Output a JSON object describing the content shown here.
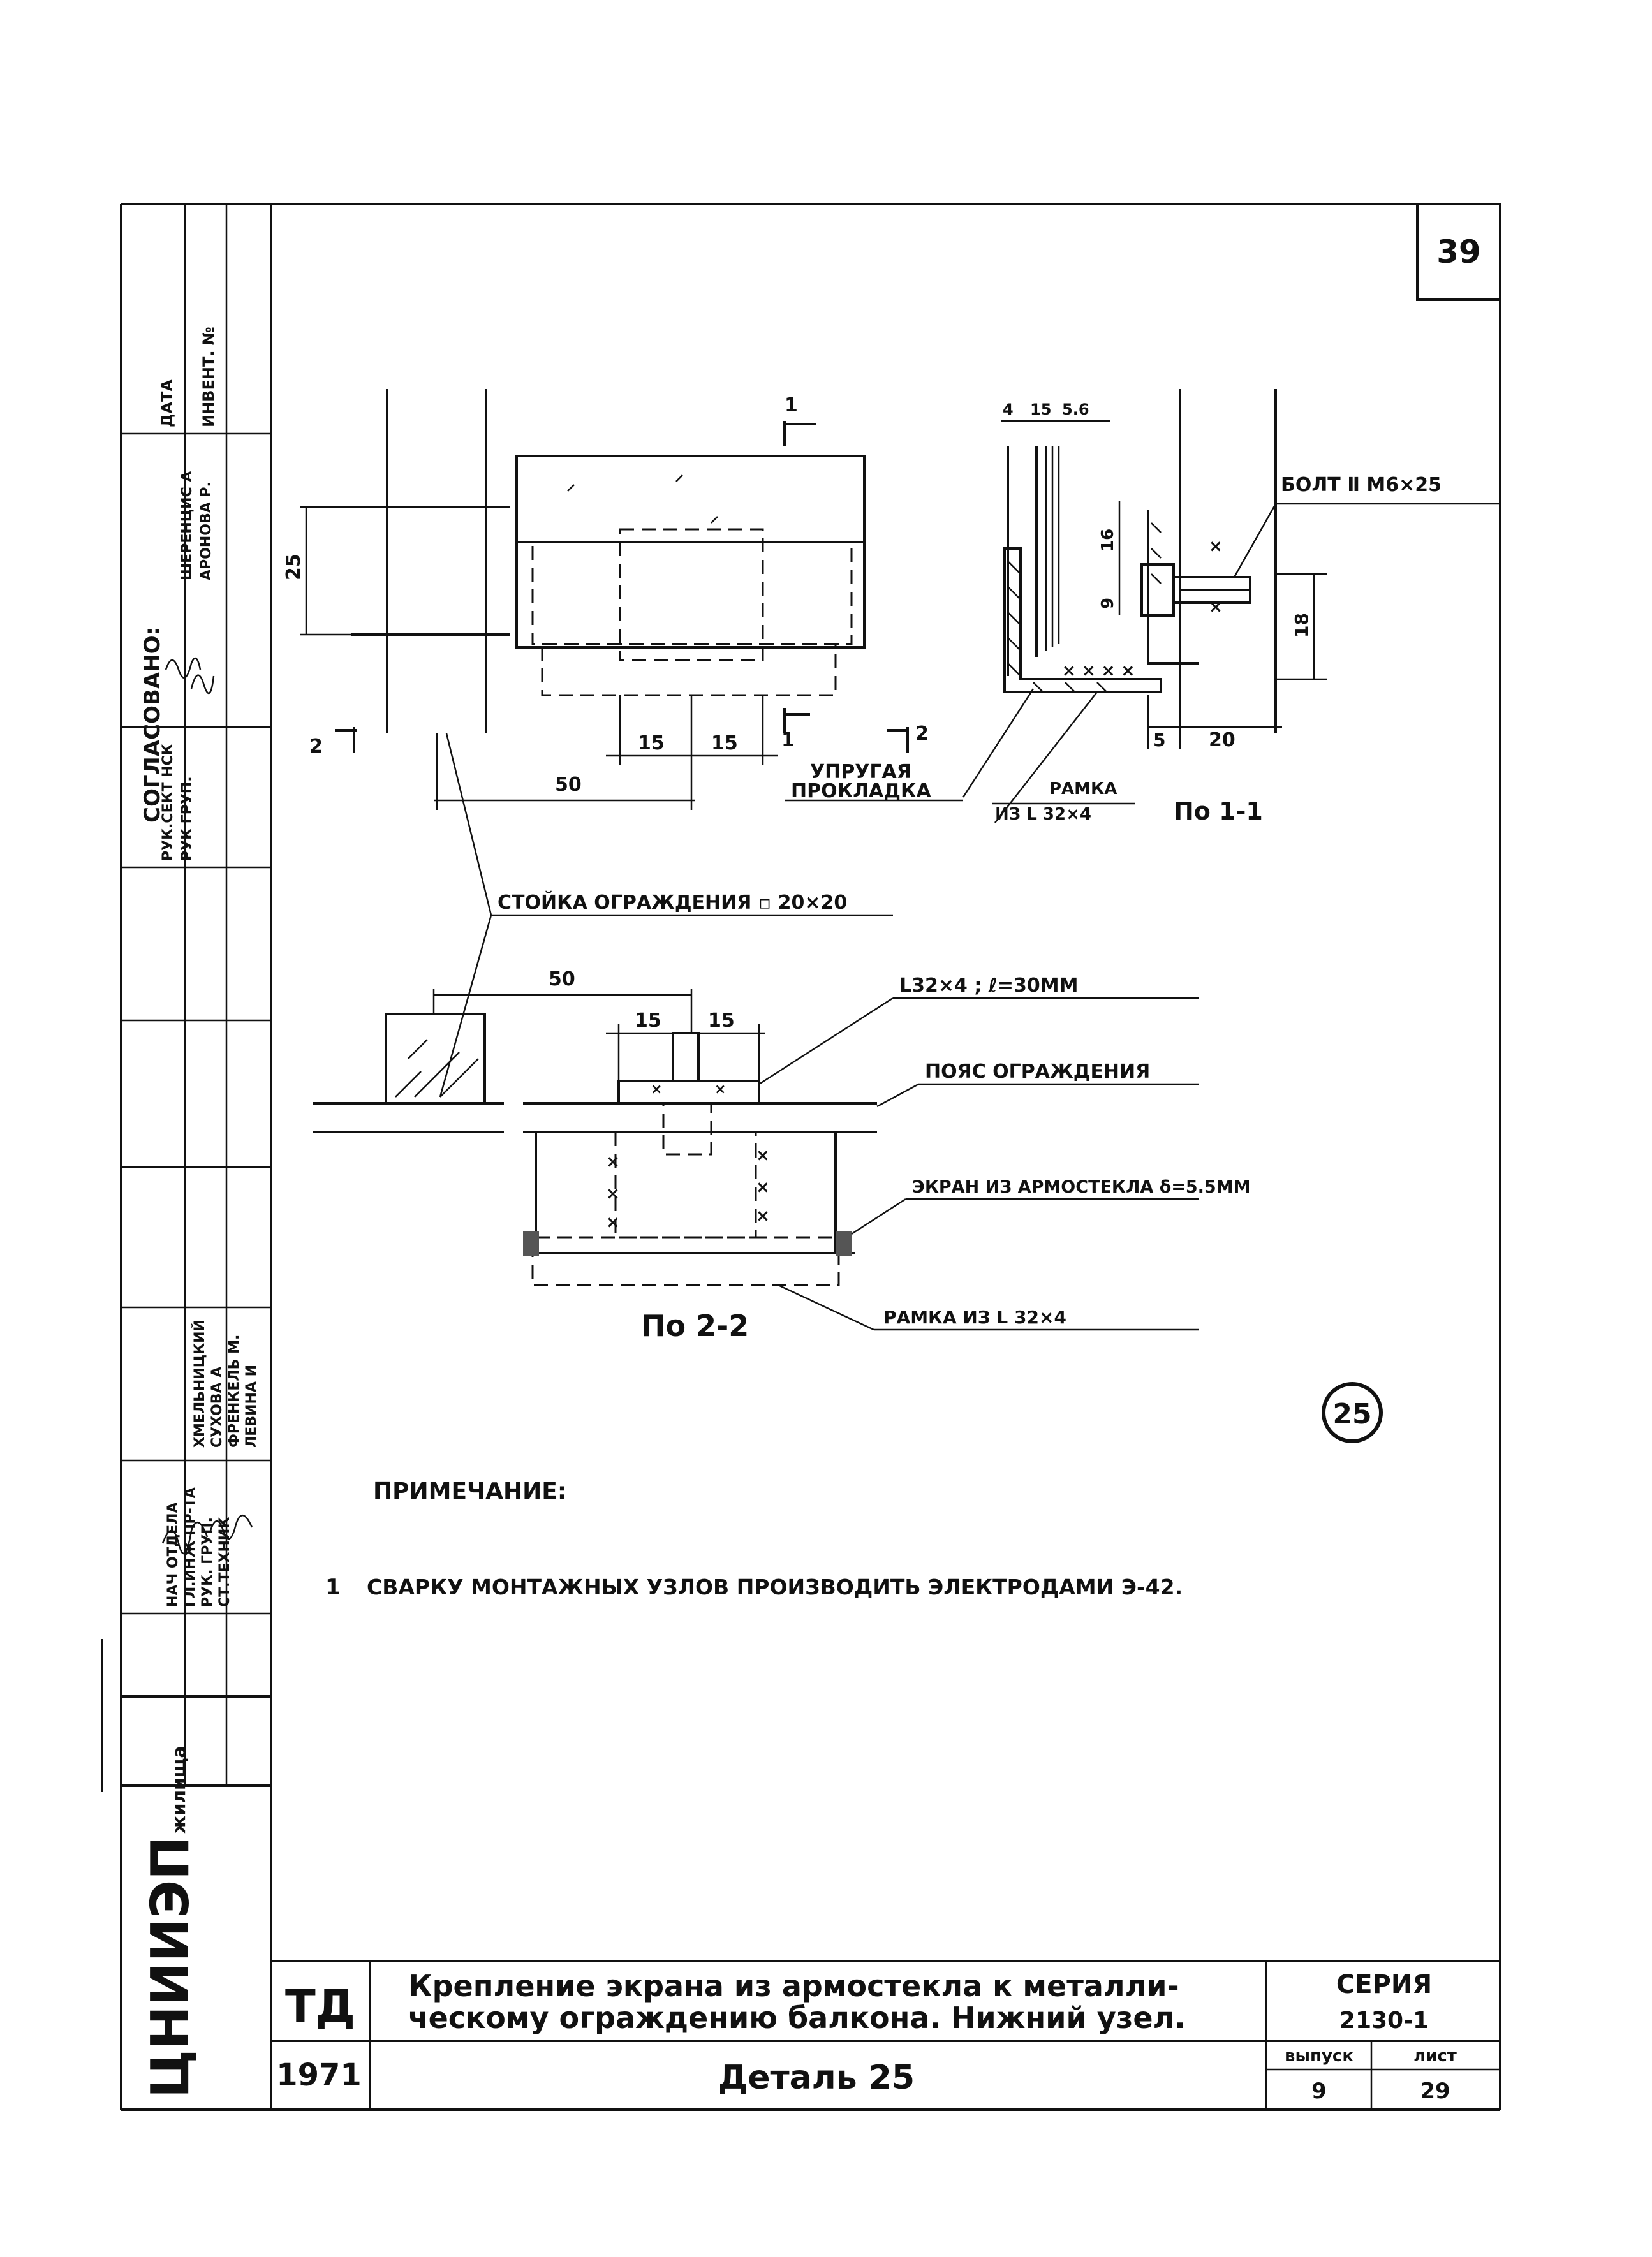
{
  "sheet": {
    "page_no": "39",
    "title_line1": "Крепление экрана из армостекла к металли-",
    "title_line2": "ческому ограждению балкона. Нижний узел.",
    "td": "ТД",
    "year": "1971",
    "detail": "Деталь 25",
    "series_label": "СЕРИЯ",
    "series_value": "2130-1",
    "issue_label": "выпуск",
    "issue_value": "9",
    "sheet_label": "лист",
    "sheet_value": "29",
    "detail_circle": "25"
  },
  "side_stamp": {
    "org": "ЦНИИЭП",
    "org_sub": "жилища",
    "agreed": "СОГЛАСОВАНО:",
    "date_label": "ДАТА",
    "inv_label": "ИНВЕНТ. №",
    "roles_top": [
      "РУК.СЕКТ НСК",
      "РУК ГРУП."
    ],
    "names_top": [
      "ШЕРЕНЦИС А",
      "АРОНОВА Р."
    ],
    "roles_bottom": [
      "НАЧ ОТДЕЛА",
      "ГЛ.ИНЖ ПР-ТА",
      "РУК. ГРУП.",
      "СТ.ТЕХНИК"
    ],
    "names_bottom": [
      "ХМЕЛЬНИЦКИЙ",
      "СУХОВА А",
      "ФРЕНКЕЛЬ М.",
      "ЛЕВИНА И"
    ]
  },
  "drawing": {
    "dims_plan": [
      "25",
      "15",
      "15",
      "50"
    ],
    "cut_marks": [
      "1",
      "1",
      "2",
      "2"
    ],
    "section_dims": [
      "4",
      "15",
      "5.6",
      "16",
      "9",
      "18",
      "5",
      "20"
    ],
    "bolt": "БОЛТ Ⅱ М6×25",
    "gasket_1": "УПРУГАЯ",
    "gasket_2": "ПРОКЛАДКА",
    "frame_1": "РАМКА",
    "frame_2": "ИЗ L 32×4",
    "section_11": "По 1-1",
    "post": "СТОЙКА ОГРАЖДЕНИЯ ▫ 20×20",
    "dims_section2": [
      "50",
      "15",
      "15"
    ],
    "angle": "L32×4 ;  ℓ=30ММ",
    "belt": "ПОЯС ОГРАЖДЕНИЯ",
    "screen": "ЭКРАН ИЗ АРМОСТЕКЛА δ=5.5ММ",
    "frame_full": "РАМКА ИЗ L 32×4",
    "section_22": "По 2-2"
  },
  "notes": {
    "heading": "ПРИМЕЧАНИЕ:",
    "items": [
      {
        "num": "1",
        "text": "СВАРКУ МОНТАЖНЫХ УЗЛОВ ПРОИЗВОДИТЬ ЭЛЕКТРОДАМИ Э-42."
      }
    ]
  }
}
